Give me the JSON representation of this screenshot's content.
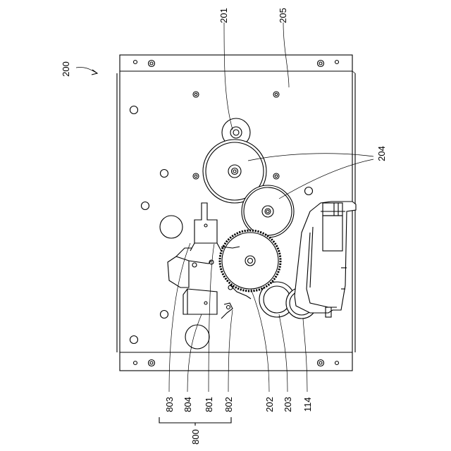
{
  "figure": {
    "assembly_ref": "200",
    "group_ref": "800",
    "labels": {
      "l201": "201",
      "l205": "205",
      "l204": "204",
      "l803": "803",
      "l804": "804",
      "l801": "801",
      "l802": "802",
      "l202": "202",
      "l203": "203",
      "l114": "114"
    }
  }
}
